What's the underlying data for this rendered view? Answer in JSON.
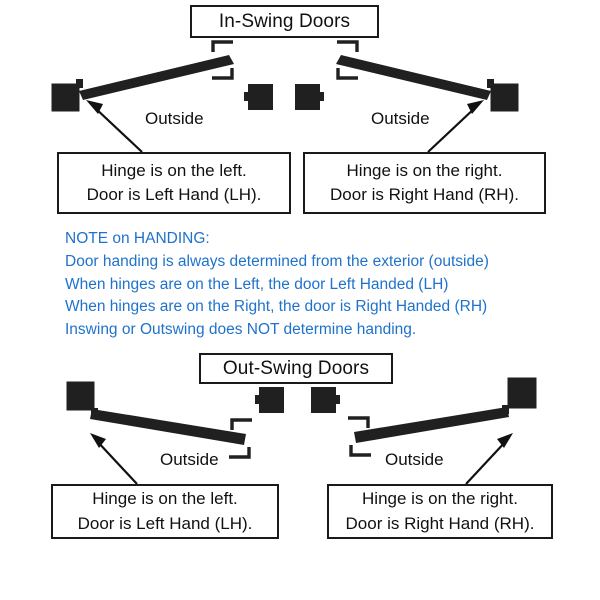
{
  "diagram": {
    "title_boxes": [
      {
        "label": "In-Swing Doors"
      },
      {
        "label": "Out-Swing Doors"
      }
    ],
    "outside_labels": [
      {
        "text": "Outside"
      },
      {
        "text": "Outside"
      },
      {
        "text": "Outside"
      },
      {
        "text": "Outside"
      }
    ],
    "callouts": [
      {
        "line1": "Hinge is on the left.",
        "line2": "Door is Left Hand (LH)."
      },
      {
        "line1": "Hinge is on the right.",
        "line2": "Door is Right Hand (RH)."
      },
      {
        "line1": "Hinge is on the left.",
        "line2": "Door is Left Hand (LH)."
      },
      {
        "line1": "Hinge is on the right.",
        "line2": "Door is Right Hand (RH)."
      }
    ],
    "note": {
      "heading": "NOTE on HANDING:",
      "line1": "Door handing is always determined from the exterior (outside)",
      "line2": "When hinges are on the Left, the door Left Handed (LH)",
      "line3": "When hinges are on the Right, the door is Right Handed (RH)",
      "line4": "Inswing or Outswing does NOT determine handing."
    }
  },
  "colors": {
    "note_blue": "#1f72cc",
    "ink_black": "#1a1a1a",
    "door_fill": "#202020",
    "background": "#ffffff"
  }
}
